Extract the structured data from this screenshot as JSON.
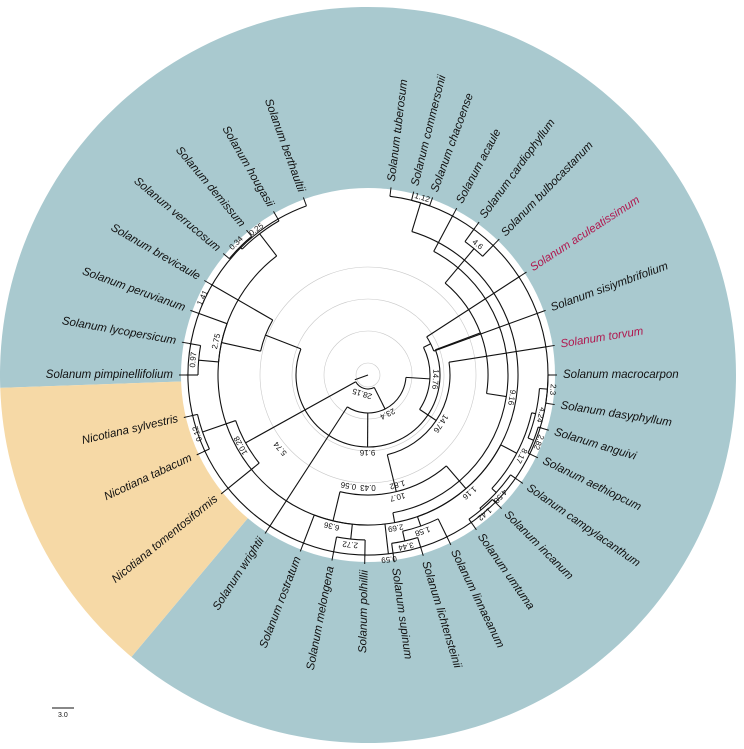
{
  "colors": {
    "clade_solanum": "#a9c9cf",
    "clade_nicotiana": "#f6d9a6",
    "branch": "#111111",
    "highlight_label": "#b0174e",
    "guide_line": "#c9c9c9"
  },
  "scale_bar": {
    "label": "3.0"
  },
  "taxa": [
    {
      "name": "Solanum tuberosum",
      "highlight": false
    },
    {
      "name": "Solanum commersonii",
      "highlight": false
    },
    {
      "name": "Solanum chacoense",
      "highlight": false
    },
    {
      "name": "Solanum acaule",
      "highlight": false
    },
    {
      "name": "Solanum cardiophyllum",
      "highlight": false
    },
    {
      "name": "Solanum bulbocastanum",
      "highlight": false
    },
    {
      "name": "Solanum aculeatissimum",
      "highlight": true
    },
    {
      "name": "Solanum sisiymbrifolium",
      "highlight": false
    },
    {
      "name": "Solanum torvum",
      "highlight": true
    },
    {
      "name": "Solanum macrocarpon",
      "highlight": false
    },
    {
      "name": "Solanum dasyphyllum",
      "highlight": false
    },
    {
      "name": "Solanum anguivi",
      "highlight": false
    },
    {
      "name": "Solanum aethiopcum",
      "highlight": false
    },
    {
      "name": "Solanum campylacanthum",
      "highlight": false
    },
    {
      "name": "Solanum incanum",
      "highlight": false
    },
    {
      "name": "Solanum umtuma",
      "highlight": false
    },
    {
      "name": "Solanum linnaeanum",
      "highlight": false
    },
    {
      "name": "Solanum lichtensteinii",
      "highlight": false
    },
    {
      "name": "Solanum supinum",
      "highlight": false
    },
    {
      "name": "Solanum polhillii",
      "highlight": false
    },
    {
      "name": "Solanum melongena",
      "highlight": false
    },
    {
      "name": "Solanum rostratum",
      "highlight": false
    },
    {
      "name": "Solanum wrightii",
      "highlight": false
    },
    {
      "name": "Nicotiana tomentosiformis",
      "highlight": false
    },
    {
      "name": "Nicotiana tabacum",
      "highlight": false
    },
    {
      "name": "Nicotiana sylvestris",
      "highlight": false
    },
    {
      "name": "Solanum pimpinellifolium",
      "highlight": false
    },
    {
      "name": "Solanum lycopersicum",
      "highlight": false
    },
    {
      "name": "Solanum peruvianum",
      "highlight": false
    },
    {
      "name": "Solanum brevicaule",
      "highlight": false
    },
    {
      "name": "Solanum verrucosum",
      "highlight": false
    },
    {
      "name": "Solanum demissum",
      "highlight": false
    },
    {
      "name": "Solanum hougasii",
      "highlight": false
    },
    {
      "name": "Solanum berthaultii",
      "highlight": false
    }
  ],
  "node_labels": [
    {
      "text": "28.15"
    },
    {
      "text": "23.4"
    },
    {
      "text": "14.76"
    },
    {
      "text": "10.28"
    },
    {
      "text": "10.7"
    },
    {
      "text": "9.16"
    },
    {
      "text": "8.17"
    },
    {
      "text": "5.74"
    },
    {
      "text": "4.6"
    },
    {
      "text": "4.24"
    },
    {
      "text": "2.3"
    },
    {
      "text": "2.82"
    },
    {
      "text": "1.16"
    },
    {
      "text": "4.58"
    },
    {
      "text": "1.42"
    },
    {
      "text": "1.58"
    },
    {
      "text": "0.56"
    },
    {
      "text": "0.43"
    },
    {
      "text": "3.44"
    },
    {
      "text": "1.82"
    },
    {
      "text": "6.36"
    },
    {
      "text": "2.72"
    },
    {
      "text": "2.75"
    },
    {
      "text": "0.97"
    },
    {
      "text": "0.12"
    },
    {
      "text": "0.59"
    },
    {
      "text": "2.69"
    },
    {
      "text": "1.12"
    },
    {
      "text": "0.25"
    },
    {
      "text": "0.34"
    },
    {
      "text": "1.41"
    }
  ]
}
